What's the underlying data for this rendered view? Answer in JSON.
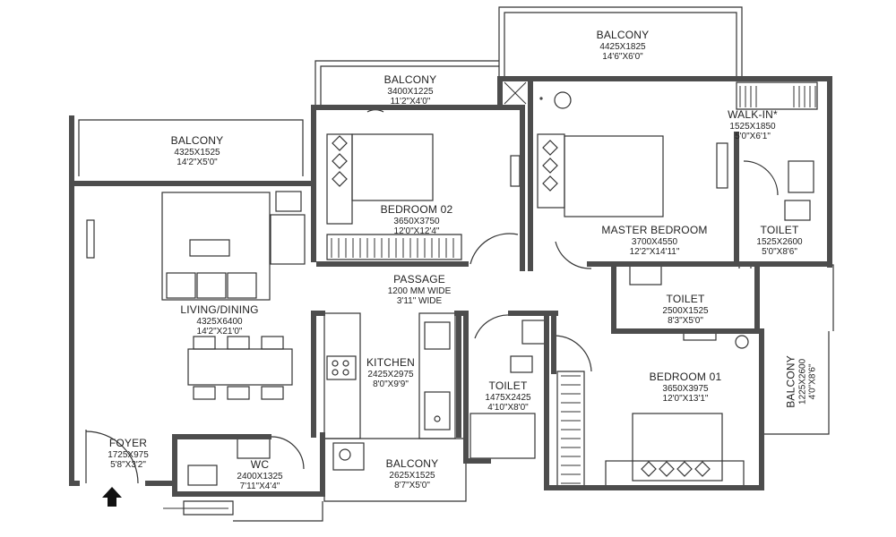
{
  "rooms": {
    "balcony_top_right": {
      "name": "BALCONY",
      "metric": "4425X1825",
      "imperial": "14'6\"X6'0\""
    },
    "balcony_br2": {
      "name": "BALCONY",
      "metric": "3400X1225",
      "imperial": "11'2\"X4'0\""
    },
    "balcony_living": {
      "name": "BALCONY",
      "metric": "4325X1525",
      "imperial": "14'2\"X5'0\""
    },
    "bedroom_02": {
      "name": "BEDROOM 02",
      "metric": "3650X3750",
      "imperial": "12'0\"X12'4\""
    },
    "walk_in": {
      "name": "WALK-IN*",
      "metric": "1525X1850",
      "imperial": "5'0\"X6'1\""
    },
    "master_bedroom": {
      "name": "MASTER BEDROOM",
      "metric": "3700X4550",
      "imperial": "12'2\"X14'11\""
    },
    "toilet_master": {
      "name": "TOILET",
      "metric": "1525X2600",
      "imperial": "5'0\"X8'6\""
    },
    "passage": {
      "name": "PASSAGE",
      "metric": "1200 MM WIDE",
      "imperial": "3'11\" WIDE"
    },
    "living_dining": {
      "name": "LIVING/DINING",
      "metric": "4325X6400",
      "imperial": "14'2\"X21'0\""
    },
    "toilet_mid": {
      "name": "TOILET",
      "metric": "2500X1525",
      "imperial": "8'3\"X5'0\""
    },
    "kitchen": {
      "name": "KITCHEN",
      "metric": "2425X2975",
      "imperial": "8'0\"X9'9\""
    },
    "toilet_small": {
      "name": "TOILET",
      "metric": "1475X2425",
      "imperial": "4'10\"X8'0\""
    },
    "bedroom_01": {
      "name": "BEDROOM 01",
      "metric": "3650X3975",
      "imperial": "12'0\"X13'1\""
    },
    "balcony_side": {
      "name": "BALCONY",
      "metric": "1225X2600",
      "imperial": "4'0\"X8'6\""
    },
    "foyer": {
      "name": "FOYER",
      "metric": "1725X975",
      "imperial": "5'8\"X3'2\""
    },
    "wc": {
      "name": "WC",
      "metric": "2400X1325",
      "imperial": "7'11\"X4'4\""
    },
    "balcony_kitchen": {
      "name": "BALCONY",
      "metric": "2625X1525",
      "imperial": "8'7\"X5'0\""
    }
  },
  "icons": {
    "entry": "entry-arrow-icon"
  },
  "colors": {
    "wall": "#4d4d4d",
    "line": "#333333"
  }
}
